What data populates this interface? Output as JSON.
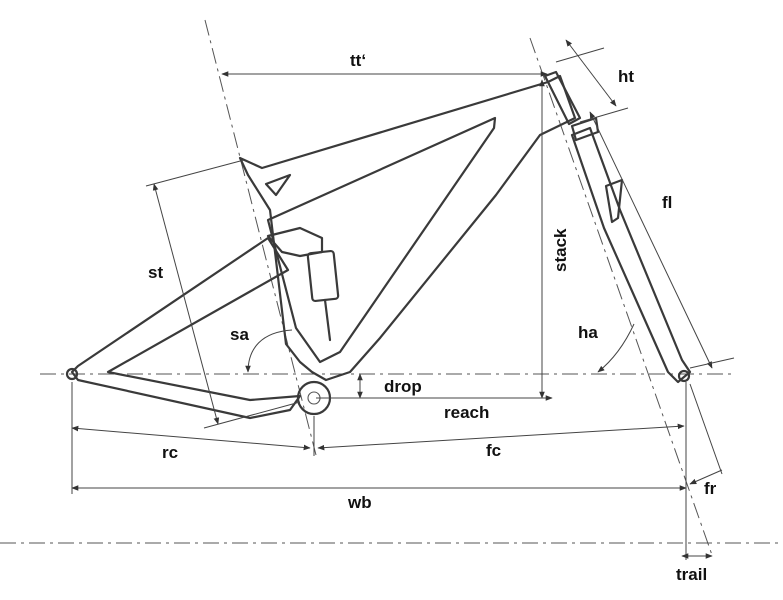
{
  "diagram": {
    "labels": {
      "tt": "tt‘",
      "ht": "ht",
      "fl": "fl",
      "stack": "stack",
      "st": "st",
      "sa": "sa",
      "ha": "ha",
      "drop": "drop",
      "reach": "reach",
      "rc": "rc",
      "fc": "fc",
      "wb": "wb",
      "fr": "fr",
      "trail": "trail"
    }
  }
}
